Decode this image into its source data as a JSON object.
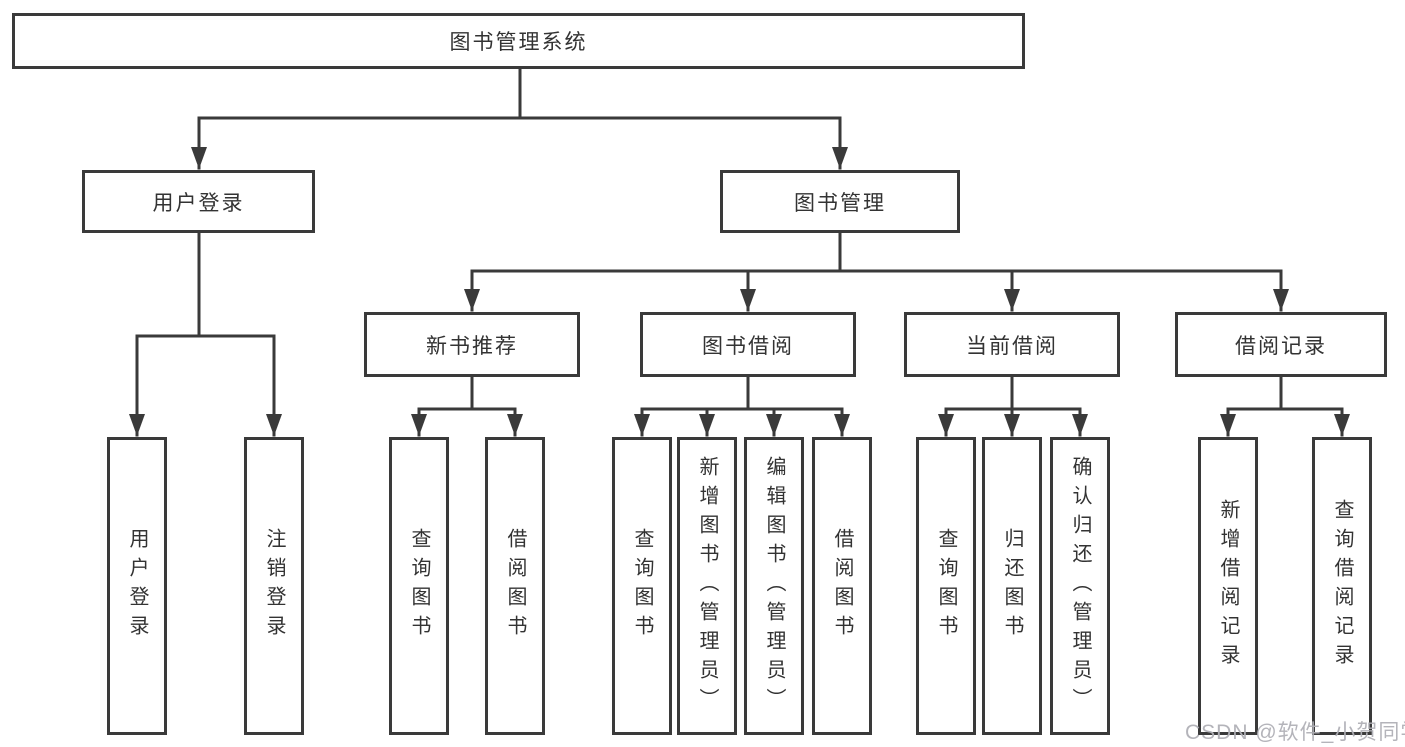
{
  "tree": {
    "label": "图书管理系统",
    "children": [
      {
        "label": "用户登录",
        "children": [
          {
            "label": "用户登录"
          },
          {
            "label": "注销登录"
          }
        ]
      },
      {
        "label": "图书管理",
        "children": [
          {
            "label": "新书推荐",
            "children": [
              {
                "label": "查询图书"
              },
              {
                "label": "借阅图书"
              }
            ]
          },
          {
            "label": "图书借阅",
            "children": [
              {
                "label": "查询图书"
              },
              {
                "label": "新增图书（管理员）"
              },
              {
                "label": "编辑图书（管理员）"
              },
              {
                "label": "借阅图书"
              }
            ]
          },
          {
            "label": "当前借阅",
            "children": [
              {
                "label": "查询图书"
              },
              {
                "label": "归还图书"
              },
              {
                "label": "确认归还（管理员）"
              }
            ]
          },
          {
            "label": "借阅记录",
            "children": [
              {
                "label": "新增借阅记录"
              },
              {
                "label": "查询借阅记录"
              }
            ]
          }
        ]
      }
    ]
  },
  "watermark": {
    "text": "CSDN @软件_小贺同学"
  },
  "colors": {
    "line": "#3a3a3a",
    "text": "#333333",
    "background": "#ffffff",
    "watermark": "#b0b0b6"
  }
}
